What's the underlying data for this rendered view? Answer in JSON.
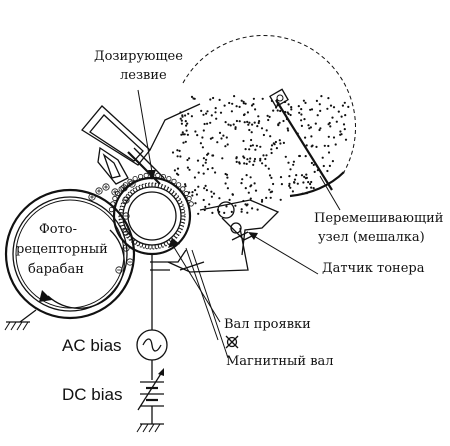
{
  "labels": {
    "doctor_blade": [
      "Дозирующее",
      "лезвие"
    ],
    "agitator": [
      "Перемешивающий",
      "узел (мешалка)"
    ],
    "photo_drum": [
      "Фото-",
      "рецепторный",
      "барабан"
    ],
    "toner_sensor": "Датчик тонера",
    "developer_roller": "Вал проявки",
    "magnetic_roller": "Магнитный вал",
    "ac_bias": "AC bias",
    "dc_bias": "DC bias"
  },
  "legend_icons": {
    "ac_source": "ac-source-icon",
    "battery": "battery-icon",
    "ground": "ground-icon",
    "magnet_symbol": "magnet-symbol-icon"
  }
}
